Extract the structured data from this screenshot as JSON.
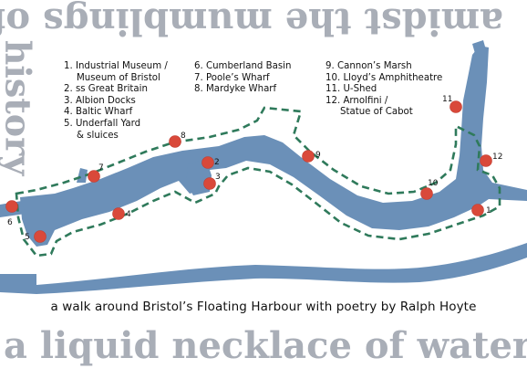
{
  "titles": {
    "top": "amidst the mumblings of",
    "side": "history",
    "bottom": "a liquid necklace of water",
    "subtitle": "a walk around Bristol’s Floating Harbour with poetry by Ralph Hoyte"
  },
  "legend": {
    "col1": [
      "1. Industrial Museum /",
      "Museum of Bristol",
      "2. ss Great Britain",
      "3. Albion Docks",
      "4. Baltic Wharf",
      "5. Underfall Yard",
      "& sluices"
    ],
    "col2": [
      "6. Cumberland Basin",
      "7. Poole’s Wharf",
      "8.  Mardyke  Wharf"
    ],
    "col3": [
      "9. Cannon’s Marsh",
      "10. Lloyd’s Amphitheatre",
      "11. U-Shed",
      "12. Arnolfini /",
      "Statue of Cabot"
    ]
  },
  "markers": [
    "1",
    "2",
    "3",
    "4",
    "5",
    "6",
    "7",
    "8",
    "9",
    "10",
    "11",
    "12"
  ],
  "colors": {
    "water": "#6b90b8",
    "route": "#2f7a5b",
    "marker": "#d9493a",
    "title_gray": "#a9aeb7"
  }
}
